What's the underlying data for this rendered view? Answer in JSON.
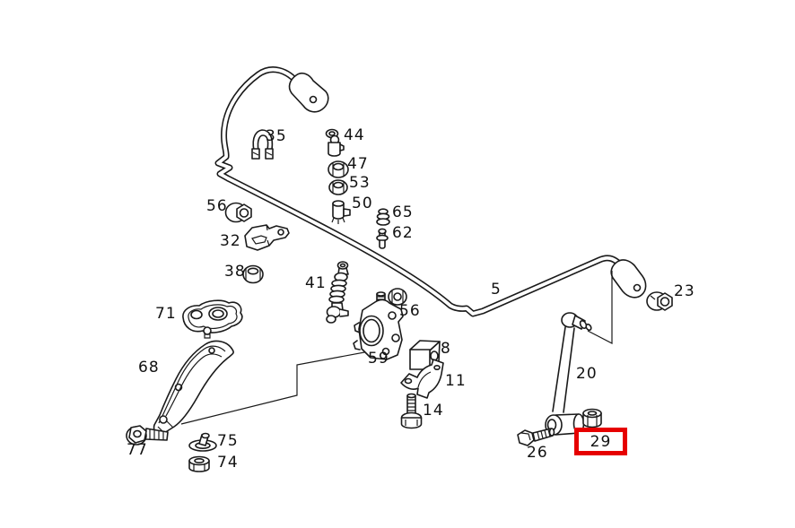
{
  "diagram": {
    "background": "#ffffff",
    "line_color": "#1a1a1a"
  },
  "highlight": {
    "part": "29",
    "box_color": "#e60000"
  },
  "labels": {
    "l5": "5",
    "l8": "8",
    "l11": "11",
    "l14": "14",
    "l20": "20",
    "l23": "23",
    "l26": "26",
    "l29": "29",
    "l32": "32",
    "l35": "35",
    "l38": "38",
    "l41": "41",
    "l44": "44",
    "l47": "47",
    "l50": "50",
    "l53": "53",
    "l56a": "56",
    "l56b": "56",
    "l59": "59",
    "l62": "62",
    "l65": "65",
    "l68": "68",
    "l71": "71",
    "l74": "74",
    "l75": "75",
    "l77": "77"
  }
}
